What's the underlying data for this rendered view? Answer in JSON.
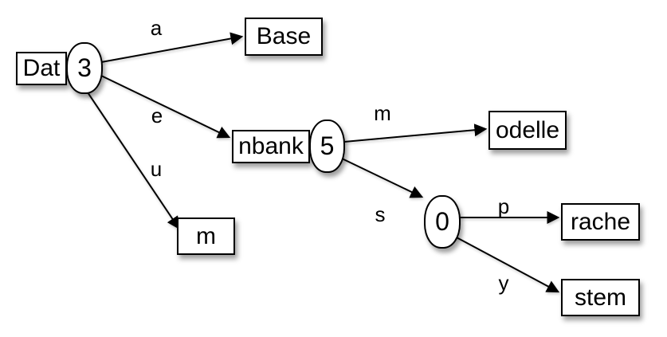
{
  "diagram": {
    "kind": "patricia-trie",
    "colors": {
      "background": "#ffffff",
      "stroke": "#000000",
      "node_fill": "#ffffff",
      "text": "#000000"
    },
    "nodes": [
      {
        "label": "Dat",
        "shape": "box-with-count-oval",
        "badge": "3"
      },
      {
        "label": "Base",
        "shape": "box"
      },
      {
        "label": "nbank",
        "shape": "box-with-count-oval",
        "badge": "5"
      },
      {
        "label": "m",
        "shape": "box"
      },
      {
        "label": "odelle",
        "shape": "box"
      },
      {
        "label": "0",
        "shape": "count-oval"
      },
      {
        "label": "rache",
        "shape": "box"
      },
      {
        "label": "stem",
        "shape": "box"
      }
    ],
    "edges": [
      {
        "from": "Dat/3",
        "to": "Base",
        "label": "a"
      },
      {
        "from": "Dat/3",
        "to": "nbank/5",
        "label": "e"
      },
      {
        "from": "Dat/3",
        "to": "m",
        "label": "u"
      },
      {
        "from": "nbank/5",
        "to": "odelle",
        "label": "m"
      },
      {
        "from": "nbank/5",
        "to": "0",
        "label": "s"
      },
      {
        "from": "0",
        "to": "rache",
        "label": "p"
      },
      {
        "from": "0",
        "to": "stem",
        "label": "y"
      }
    ]
  }
}
